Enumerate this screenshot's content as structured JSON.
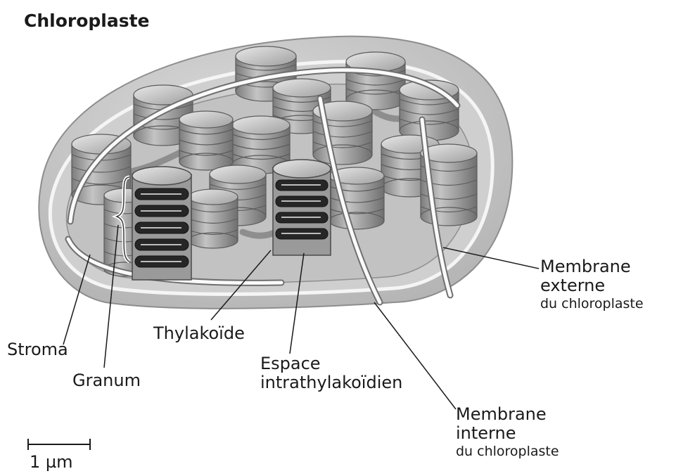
{
  "title": "Chloroplaste",
  "labels": {
    "membrane_externe": {
      "l1": "Membrane",
      "l2": "externe",
      "l3": "du chloroplaste"
    },
    "stroma": "Stroma",
    "granum": "Granum",
    "thylakoide": "Thylakoïde",
    "espace": {
      "l1": "Espace",
      "l2": "intrathylakoïdien"
    },
    "membrane_interne": {
      "l1": "Membrane",
      "l2": "interne",
      "l3": "du chloroplaste"
    }
  },
  "scale_bar": {
    "label": "1 µm"
  },
  "colors": {
    "outer_membrane": "#e3e3e3",
    "stroma": "#c9c9c9",
    "granum_top": "#bdbdbd",
    "granum_side": "#8a8a8a",
    "thylakoid_section": "#2a2a2a"
  }
}
